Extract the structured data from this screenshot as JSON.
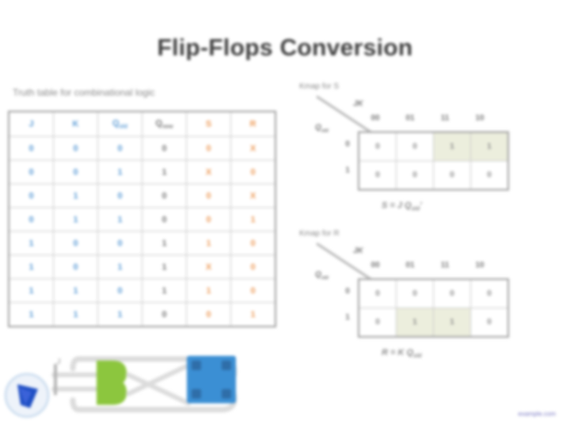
{
  "slide": {
    "title": "Flip-Flops Conversion",
    "footer_link": "example.com"
  },
  "truth_table": {
    "caption": "Truth table for combinational logic",
    "headers": [
      "J",
      "K",
      "Qold",
      "Qnew",
      "S",
      "R"
    ],
    "header_q_old_base": "Q",
    "header_q_old_sub": "old",
    "header_q_new_base": "Q",
    "header_q_new_sub": "new",
    "rows": [
      [
        "0",
        "0",
        "0",
        "0",
        "0",
        "X"
      ],
      [
        "0",
        "0",
        "1",
        "1",
        "X",
        "0"
      ],
      [
        "0",
        "1",
        "0",
        "0",
        "0",
        "X"
      ],
      [
        "0",
        "1",
        "1",
        "0",
        "0",
        "1"
      ],
      [
        "1",
        "0",
        "0",
        "1",
        "1",
        "0"
      ],
      [
        "1",
        "0",
        "1",
        "1",
        "X",
        "0"
      ],
      [
        "1",
        "1",
        "0",
        "1",
        "1",
        "0"
      ],
      [
        "1",
        "1",
        "1",
        "0",
        "0",
        "1"
      ]
    ]
  },
  "kmap_s": {
    "title": "Kmap for S",
    "col_axis_label": "JK",
    "row_axis_label_base": "Q",
    "row_axis_label_sub": "old",
    "col_headers": [
      "00",
      "01",
      "11",
      "10"
    ],
    "row_headers": [
      "0",
      "1"
    ],
    "cells": [
      [
        "0",
        "0",
        "1",
        "1"
      ],
      [
        "0",
        "0",
        "0",
        "0"
      ]
    ],
    "highlight": [
      [
        false,
        false,
        true,
        true
      ],
      [
        false,
        false,
        false,
        false
      ]
    ],
    "equation_base": "S = J Q",
    "equation_sub": "old",
    "equation_tail": "'"
  },
  "kmap_r": {
    "title": "Kmap for R",
    "col_axis_label": "JK",
    "row_axis_label_base": "Q",
    "row_axis_label_sub": "old",
    "col_headers": [
      "00",
      "01",
      "11",
      "10"
    ],
    "row_headers": [
      "0",
      "1"
    ],
    "cells": [
      [
        "0",
        "0",
        "0",
        "0"
      ],
      [
        "0",
        "1",
        "1",
        "0"
      ]
    ],
    "highlight": [
      [
        false,
        false,
        false,
        false
      ],
      [
        false,
        true,
        true,
        false
      ]
    ],
    "equation_base": "R = K Q",
    "equation_sub": "old",
    "equation_tail": ""
  },
  "circuit": {
    "input_label": "J",
    "gate_color": "#8cc63e",
    "block_color": "#3b8fd4",
    "wire_color": "#d9d9d9"
  },
  "colors": {
    "input_text": "#5b9bd5",
    "state_text": "#767676",
    "output_text": "#ed9b59",
    "highlight_bg": "#eceedd",
    "title_text": "#404040"
  }
}
